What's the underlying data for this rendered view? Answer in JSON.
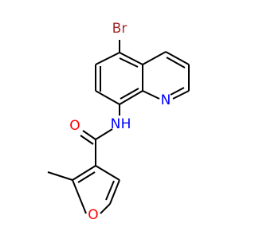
{
  "molecule": {
    "atoms": {
      "br": {
        "symbol": "Br",
        "color": "#A52A2A"
      },
      "n_ring": {
        "symbol": "N",
        "color": "#0000FF"
      },
      "nh": {
        "symbol": "N",
        "color": "#0000FF"
      },
      "h": {
        "symbol": "H",
        "color": "#0000FF"
      },
      "o_carbonyl": {
        "symbol": "O",
        "color": "#FF0000"
      },
      "o_furan": {
        "symbol": "O",
        "color": "#FF0000"
      }
    }
  }
}
